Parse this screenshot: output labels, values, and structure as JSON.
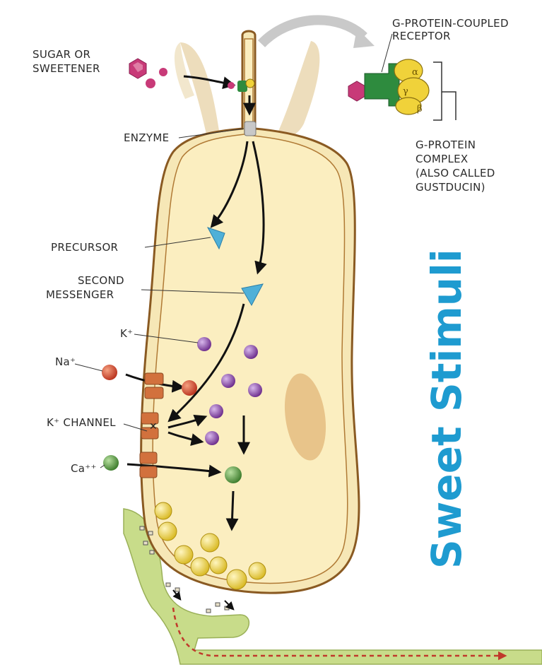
{
  "title": "Sweet Stimuli",
  "labels": {
    "sugar_line1": "SUGAR OR",
    "sugar_line2": "SWEETENER",
    "gpcr_line1": "G-PROTEIN-COUPLED",
    "gpcr_line2": "RECEPTOR",
    "gprot_line1": "G-PROTEIN",
    "gprot_line2": "COMPLEX",
    "gprot_line3": "(ALSO CALLED",
    "gprot_line4": "GUSTDUCIN)",
    "enzyme": "ENZYME",
    "precursor": "PRECURSOR",
    "second_line1": "SECOND",
    "second_line2": "MESSENGER",
    "k_ion": "K⁺",
    "na_ion": "Na⁺",
    "k_channel": "K⁺ CHANNEL",
    "ca_ion": "Ca⁺⁺"
  },
  "subunits": {
    "alpha": "α",
    "gamma": "γ",
    "beta": "β"
  },
  "colors": {
    "cell_fill": "#fbeec0",
    "cell_outline": "#8a5a22",
    "receptor": "#2e8b3e",
    "gprotein": "#f0d23a",
    "sweetener": "#c83a78",
    "potassium": "#7a3a9a",
    "sodium": "#d44a2a",
    "calcium": "#4a8a3a",
    "vesicle": "#f2d84a",
    "nerve": "#c8dc8a",
    "title": "#1e9bd0"
  }
}
